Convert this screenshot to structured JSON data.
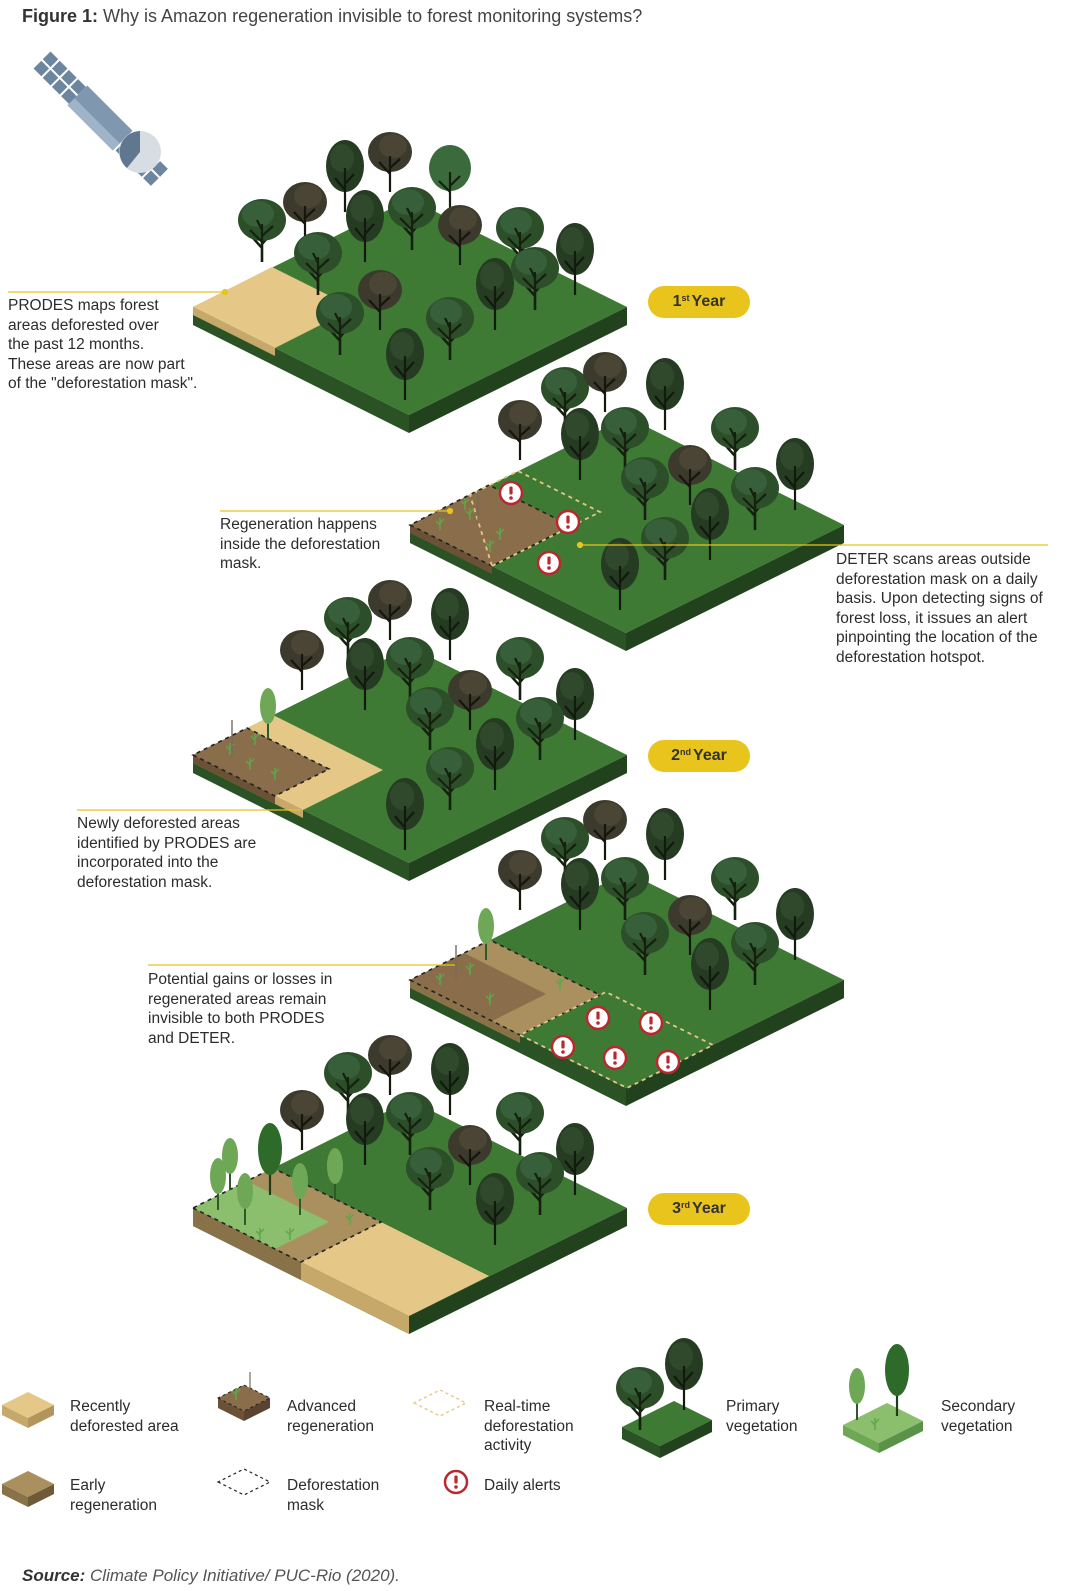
{
  "figure": {
    "label": "Figure 1:",
    "title": "Why is Amazon regeneration invisible to forest monitoring systems?"
  },
  "annotations": {
    "prodes": "PRODES maps forest\nareas deforested over\nthe past 12 months.\nThese areas are now part\nof the \"deforestation mask\".",
    "regeneration": "Regeneration happens\ninside the deforestation\nmask.",
    "deter": "DETER scans areas outside\ndeforestation mask on a daily\nbasis. Upon detecting signs of\nforest loss, it issues an alert\npinpointing the location of the\ndeforestation hotspot.",
    "newly": "Newly deforested areas\nidentified by PRODES are\nincorporated into the\ndeforestation mask.",
    "potential": "Potential gains or losses in\nregenerated areas remain\ninvisible to both PRODES\nand DETER."
  },
  "years": [
    {
      "num": "1",
      "sup": "st",
      "word": "Year"
    },
    {
      "num": "2",
      "sup": "nd",
      "word": "Year"
    },
    {
      "num": "3",
      "sup": "rd",
      "word": "Year"
    }
  ],
  "legend": {
    "recently_deforested": "Recently\ndeforested area",
    "advanced_regeneration": "Advanced\nregeneration",
    "realtime_activity": "Real-time\ndeforestation\nactivity",
    "primary_vegetation": "Primary\nvegetation",
    "secondary_vegetation": "Secondary\nvegetation",
    "early_regeneration": "Early\nregeneration",
    "deforestation_mask": "Deforestation\nmask",
    "daily_alerts": "Daily alerts"
  },
  "source": {
    "label": "Source:",
    "text": "Climate Policy Initiative/ PUC-Rio (2020)."
  },
  "colors": {
    "deforested": "#e5c887",
    "regeneration": "#8a6d4a",
    "forest_top": "#3f7a35",
    "forest_side": "#264d21",
    "secondary": "#8cbf6d",
    "alert": "#b8282e",
    "accent": "#e8c41c"
  }
}
